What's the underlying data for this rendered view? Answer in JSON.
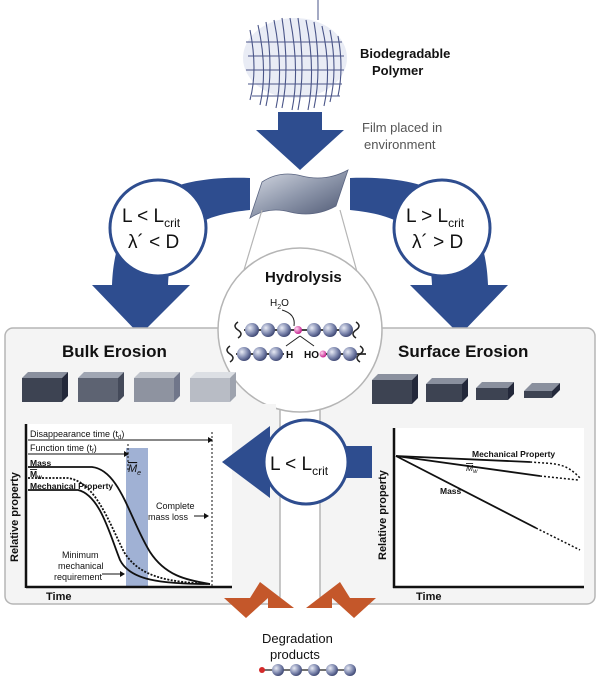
{
  "top": {
    "polymer_line1": "Biodegradable",
    "polymer_line2": "Polymer",
    "film_line1": "Film placed in",
    "film_line2": "environment"
  },
  "left_condition": {
    "line1_main": "L < L",
    "line1_sub": "crit",
    "line2": "λ´ < D"
  },
  "right_condition": {
    "line1_main": "L > L",
    "line1_sub": "crit",
    "line2": "λ´ > D"
  },
  "hydrolysis": {
    "title": "Hydrolysis",
    "water": "H",
    "water_sub": "2",
    "water_end": "O",
    "h": "H",
    "ho": "HO"
  },
  "bulk": {
    "title": "Bulk Erosion",
    "disappearance": "Disappearance time (t",
    "disappearance_sub": "d",
    "function_time": "Function time (t",
    "function_sub": "f",
    "mass": "Mass",
    "mw": "M",
    "mw_sub": "w",
    "mechanical": "Mechanical Property",
    "me": "M",
    "me_sub": "e",
    "complete_line1": "Complete",
    "complete_line2": "mass loss",
    "min_line1": "Minimum",
    "min_line2": "mechanical",
    "min_line3": "requirement",
    "y_axis": "Relative property",
    "x_axis": "Time"
  },
  "center_condition": {
    "main": "L < L",
    "sub": "crit"
  },
  "surface": {
    "title": "Surface Erosion",
    "mechanical": "Mechanical Property",
    "mw": "M",
    "mw_sub": "w",
    "mass": "Mass",
    "y_axis": "Relative property",
    "x_axis": "Time"
  },
  "bottom": {
    "line1": "Degradation",
    "line2": "products"
  },
  "colors": {
    "arrow_blue": "#2e4d8f",
    "arrow_orange": "#c4572a",
    "band_blue": "#8fa3cc",
    "panel_border": "#b5b5b5"
  }
}
